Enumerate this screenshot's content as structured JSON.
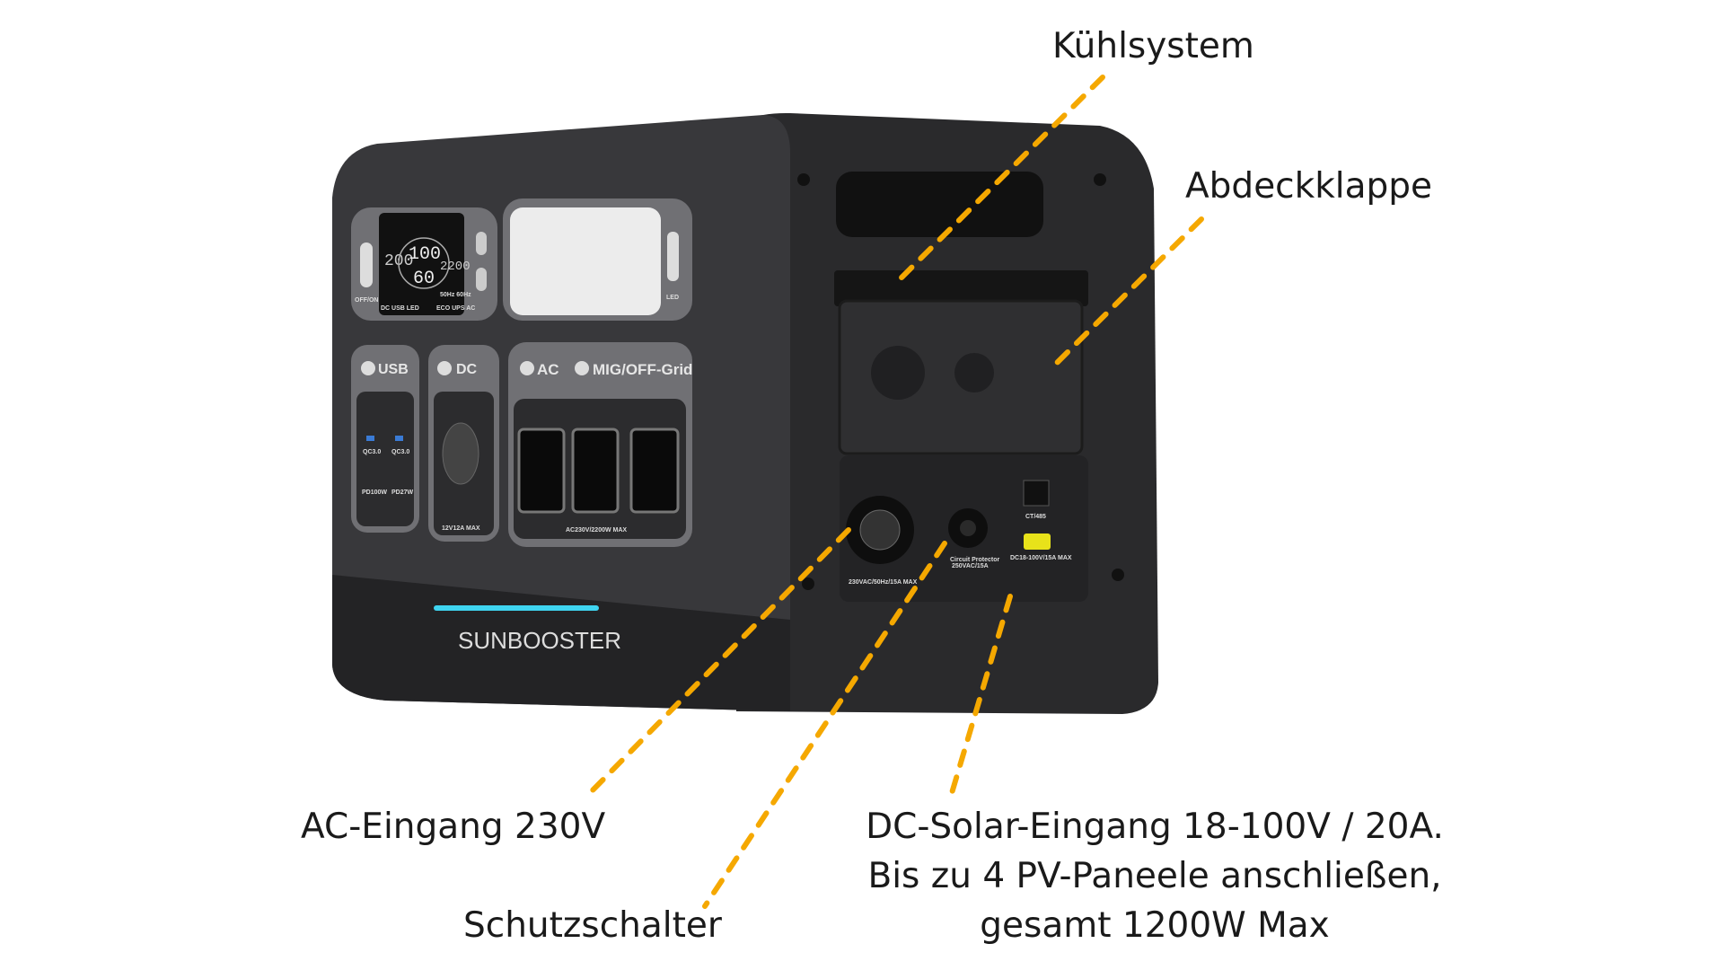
{
  "callouts": {
    "cooling": "Kühlsystem",
    "cover": "Abdeckklappe",
    "ac_input": "AC-Eingang 230V",
    "breaker": "Schutzschalter",
    "dc_solar": [
      "DC-Solar-Eingang  18-100V / 20A.",
      "Bis zu 4 PV-Paneele anschließen,",
      "gesamt 1200W Max"
    ]
  },
  "device": {
    "brand": "SUNBOOSTER",
    "power_button": "OFF/ON",
    "led_button": "LED",
    "lcd": {
      "input": "200",
      "percent": "100",
      "time": "60",
      "output": "2200",
      "modes_left": "DC USB LED",
      "modes_right": "ECO UPS AC",
      "freq": "50Hz 60Hz"
    },
    "sections": {
      "usb": "USB",
      "dc": "DC",
      "ac": "AC",
      "grid": "MIG/OFF-Grid"
    },
    "usb_ports": [
      "QC3.0",
      "QC3.0",
      "PD100W",
      "PD27W"
    ],
    "dc_rating": "12V12A MAX",
    "ac_rating": "AC230V/2200W MAX",
    "back_ports": {
      "ac_in": "230VAC/50Hz/15A MAX",
      "breaker": [
        "Circuit Protector",
        "250VAC/15A"
      ],
      "comm": "CT/485",
      "solar": "DC18-100V/15A MAX"
    },
    "accent_color": "#3fd4f0",
    "callout_color": "#f5a800"
  }
}
